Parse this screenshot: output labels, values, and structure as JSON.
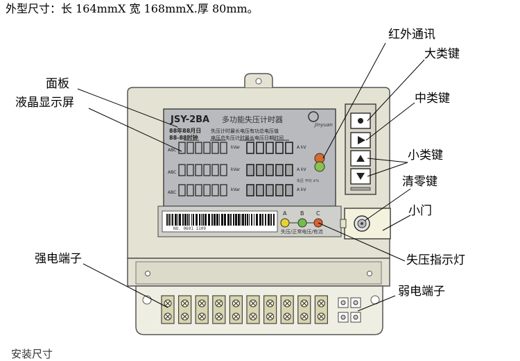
{
  "page": {
    "dimensions_text": "外型尺寸：长 164mmX 宽 168mmX.厚 80mm。",
    "cut_off_text": "安装尺寸"
  },
  "callouts": {
    "infrared": "红外通讯",
    "big_key": "大类键",
    "mid_key": "中类键",
    "small_key": "小类键",
    "clear_key": "清零键",
    "small_door": "小门",
    "panel": "面板",
    "lcd_screen": "液晶显示屏",
    "under_voltage_light": "失压指示灯",
    "power_terminal": "强电端子",
    "signal_terminal": "弱电端子"
  },
  "meter": {
    "model": "JSY-2BA",
    "product_name": "多功能失压计时器",
    "brand": "Jinyuan",
    "lamp_labels": [
      "A",
      "B",
      "C"
    ],
    "lamp_colors": [
      "#e8d32a",
      "#6fbf4a",
      "#e0622a"
    ],
    "lamp_caption": "失压/正常电压/有流",
    "barcode_text": "NO. 0601 1109",
    "lcd_header_left": "88年88月日",
    "lcd_header_left2": "88-88时钟",
    "lcd_header_right": "失压计时最长电压有功总电压值",
    "lcd_header_right2": "电压总失压计时最长电压日期时间",
    "lcd_row_prefixes": [
      "ABC",
      "ABC",
      "ABC"
    ],
    "lcd_units": [
      "kVar",
      "kVar",
      "kVar"
    ],
    "lcd_right_units": [
      "A kV",
      "A kV",
      "A kV"
    ],
    "lcd_side_note": "失压 平均 ±%"
  },
  "colors": {
    "case": "#e4e2d2",
    "lcd": "#b9babd",
    "keypad": "#d9d6c8",
    "terminal": "#d8d5b0"
  }
}
